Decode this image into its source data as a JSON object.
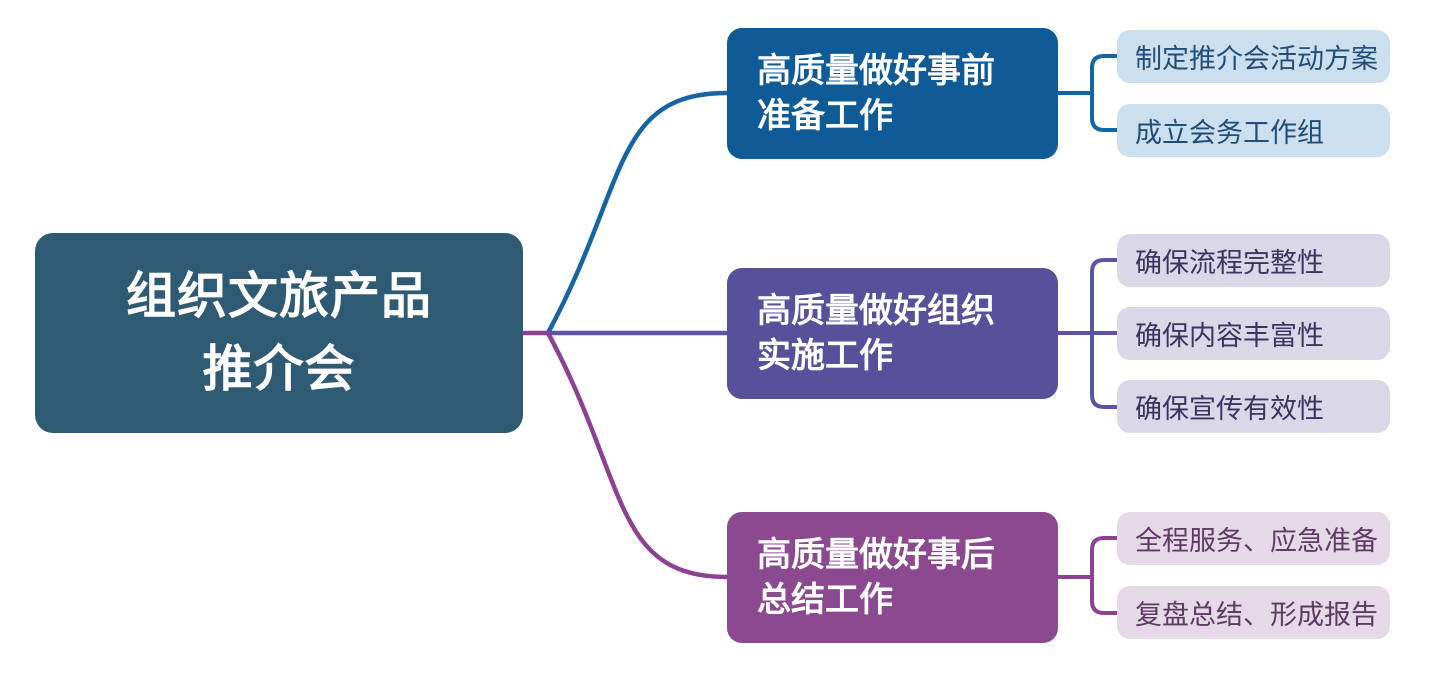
{
  "diagram": {
    "type": "mindmap",
    "title": "组织文旅产品推介会",
    "root": {
      "label": "组织文旅产品\n推介会",
      "bg_color": "#2E5B73",
      "text_color": "#FFFFFF"
    },
    "branches": [
      {
        "label": "高质量做好事前\n准备工作",
        "bg_color": "#0F5B97",
        "text_color": "#FFFFFF",
        "line_color": "#1565A5",
        "child_bg_color": "#CCDFEE",
        "child_text_color": "#1F4E79",
        "children": [
          {
            "label": "制定推介会活动方案"
          },
          {
            "label": "成立会务工作组"
          }
        ]
      },
      {
        "label": "高质量做好组织\n实施工作",
        "bg_color": "#57519C",
        "text_color": "#FFFFFF",
        "line_color": "#5B54A3",
        "child_bg_color": "#DAD7E8",
        "child_text_color": "#39355F",
        "children": [
          {
            "label": "确保流程完整性"
          },
          {
            "label": "确保内容丰富性"
          },
          {
            "label": "确保宣传有效性"
          }
        ]
      },
      {
        "label": "高质量做好事后\n总结工作",
        "bg_color": "#8B4A90",
        "text_color": "#FFFFFF",
        "line_color": "#8C4191",
        "child_bg_color": "#E5D8E7",
        "child_text_color": "#5E3A64",
        "children": [
          {
            "label": "全程服务、应急准备"
          },
          {
            "label": "复盘总结、形成报告"
          }
        ]
      }
    ],
    "root_stub_color": "#8C4191",
    "background_color": "#FFFFFF"
  }
}
